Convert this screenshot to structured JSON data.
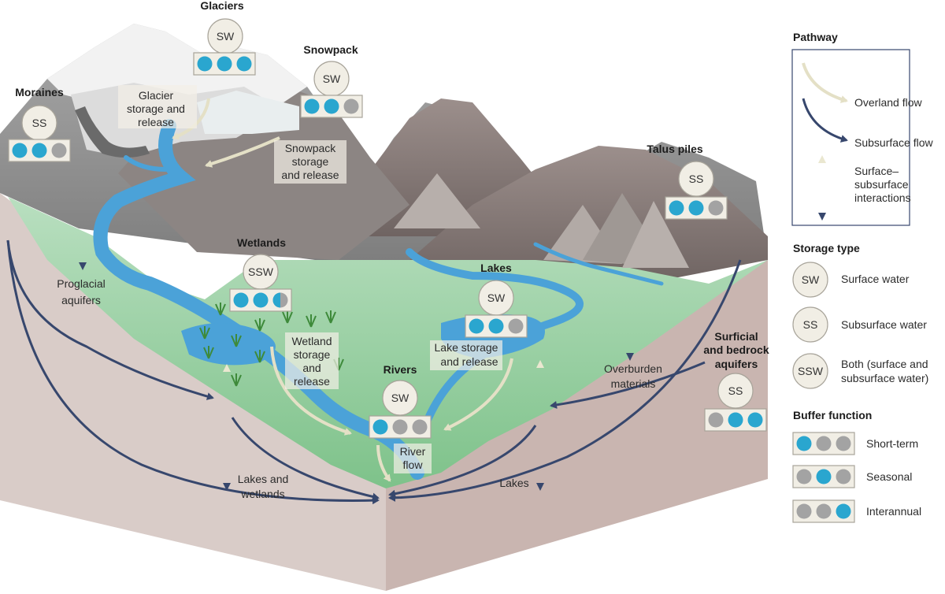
{
  "colors": {
    "overland": "#e4e0c6",
    "subsurface": "#37476d",
    "dot_blue": "#2aa6cf",
    "dot_grey": "#a3a3a3",
    "water": "#4ba2d8",
    "green": "#89c88c",
    "soil": "#d9ccc8"
  },
  "components": {
    "glaciers": {
      "title": "Glaciers",
      "type": "SW",
      "buffer": [
        "blue",
        "blue",
        "blue"
      ]
    },
    "snowpack": {
      "title": "Snowpack",
      "type": "SW",
      "buffer": [
        "blue",
        "blue",
        "grey"
      ]
    },
    "moraines": {
      "title": "Moraines",
      "type": "SS",
      "buffer": [
        "blue",
        "blue",
        "grey"
      ]
    },
    "talus": {
      "title": "Talus piles",
      "type": "SS",
      "buffer": [
        "blue",
        "blue",
        "grey"
      ]
    },
    "wetlands": {
      "title": "Wetlands",
      "type": "SSW",
      "buffer": [
        "blue",
        "blue",
        "half"
      ]
    },
    "lakes": {
      "title": "Lakes",
      "type": "SW",
      "buffer": [
        "blue",
        "blue",
        "grey"
      ]
    },
    "rivers": {
      "title": "Rivers",
      "type": "SW",
      "buffer": [
        "blue",
        "grey",
        "grey"
      ]
    },
    "aquifers": {
      "title_lines": [
        "Surficial",
        "and bedrock",
        "aquifers"
      ],
      "type": "SS",
      "buffer": [
        "grey",
        "blue",
        "blue"
      ]
    }
  },
  "process_labels": {
    "glacier_storage": [
      "Glacier",
      "storage and",
      "release"
    ],
    "snowpack_storage": [
      "Snowpack",
      "storage",
      "and release"
    ],
    "proglacial": [
      "Proglacial",
      "aquifers"
    ],
    "wetland_storage": [
      "Wetland",
      "storage",
      "and",
      "release"
    ],
    "lake_storage": [
      "Lake storage",
      "and release"
    ],
    "river_flow": [
      "River",
      "flow"
    ],
    "lakes_wetlands": [
      "Lakes and",
      "wetlands"
    ],
    "overburden": [
      "Overburden",
      "materials"
    ],
    "lakes_bottom": "Lakes"
  },
  "legend": {
    "pathway_title": "Pathway",
    "overland": "Overland flow",
    "subsurface": "Subsurface flow",
    "interaction": [
      "Surface–",
      "subsurface",
      "interactions"
    ],
    "storage_title": "Storage type",
    "storage": [
      {
        "code": "SW",
        "lines": [
          "Surface water"
        ]
      },
      {
        "code": "SS",
        "lines": [
          "Subsurface water"
        ]
      },
      {
        "code": "SSW",
        "lines": [
          "Both (surface and",
          "subsurface water)"
        ]
      }
    ],
    "buffer_title": "Buffer function",
    "buffer": [
      {
        "label": "Short-term",
        "dots": [
          "blue",
          "grey",
          "grey"
        ]
      },
      {
        "label": "Seasonal",
        "dots": [
          "grey",
          "blue",
          "grey"
        ]
      },
      {
        "label": "Interannual",
        "dots": [
          "grey",
          "grey",
          "blue"
        ]
      }
    ]
  }
}
